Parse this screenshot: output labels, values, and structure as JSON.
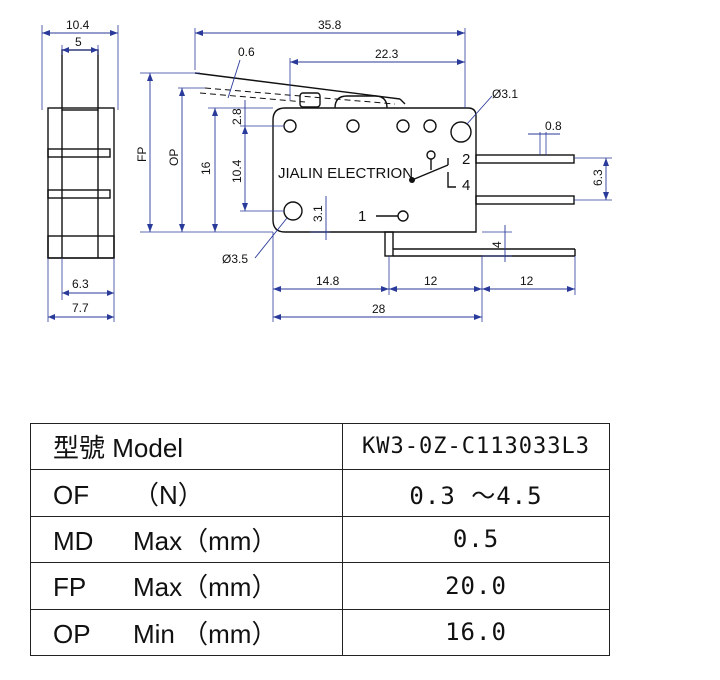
{
  "drawing": {
    "brand_text": "JIALIN ELECTRION",
    "terminal_labels": {
      "nc": "2",
      "no": "4",
      "com": "1"
    },
    "dimensions": {
      "width_10_4": "10.4",
      "width_5": "5",
      "width_6_3": "6.3",
      "width_7_7": "7.7",
      "length_35_8": "35.8",
      "lever_0_6": "0.6",
      "length_22_3": "22.3",
      "hole_3_1": "Ø3.1",
      "pin_0_8": "0.8",
      "spacing_6_3": "6.3",
      "fp": "FP",
      "op": "OP",
      "height_16": "16",
      "height_10_4": "10.4",
      "height_2_8": "2.8",
      "height_3_1": "3.1",
      "hole_3_5": "Ø3.5",
      "length_14_8": "14.8",
      "length_12_a": "12",
      "length_12_b": "12",
      "height_4": "4",
      "length_28": "28"
    }
  },
  "spec_table": {
    "rows": [
      {
        "label_1": "型號",
        "label_2": "Model",
        "label_3": "",
        "value": "KW3-0Z-C113033L3"
      },
      {
        "label_1": "OF",
        "label_2": "（N）",
        "label_3": "",
        "value": "0.3 ～4.5"
      },
      {
        "label_1": "MD",
        "label_2": "Max",
        "label_3": "（mm）",
        "value": "0.5"
      },
      {
        "label_1": "FP",
        "label_2": "Max",
        "label_3": "（mm）",
        "value": "20.0"
      },
      {
        "label_1": "OP",
        "label_2": "Min",
        "label_3": "（mm）",
        "value": "16.0"
      }
    ]
  }
}
